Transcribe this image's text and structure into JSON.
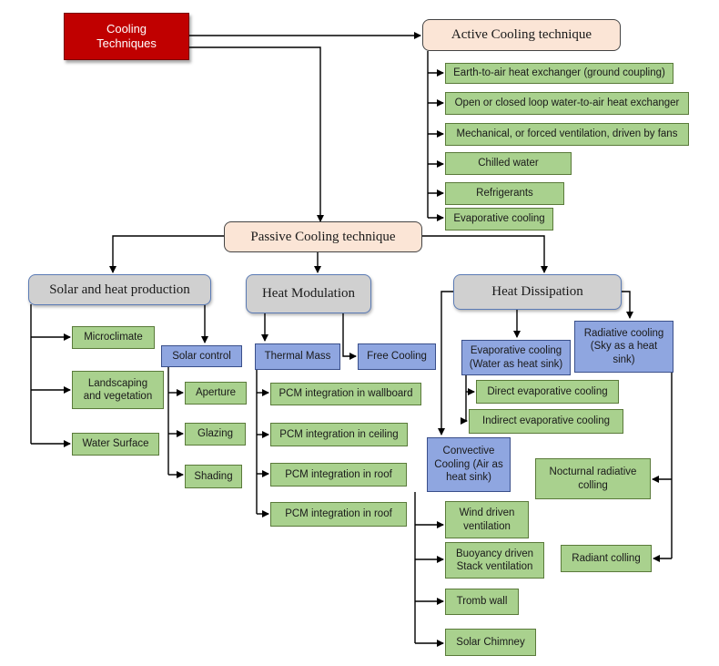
{
  "root": "Cooling Techniques",
  "active": {
    "title": "Active Cooling technique",
    "items": [
      "Earth-to-air heat exchanger (ground coupling)",
      "Open or closed loop water-to-air heat exchanger",
      "Mechanical, or forced ventilation, driven by fans",
      "Chilled water",
      "Refrigerants",
      "Evaporative cooling"
    ]
  },
  "passive": {
    "title": "Passive Cooling technique",
    "solar": {
      "title": "Solar and heat production",
      "items": [
        "Microclimate",
        "Landscaping and vegetation",
        "Water Surface"
      ],
      "control": {
        "title": "Solar control",
        "items": [
          "Aperture",
          "Glazing",
          "Shading"
        ]
      }
    },
    "modulation": {
      "title": "Heat Modulation",
      "thermal_mass": {
        "title": "Thermal Mass",
        "items": [
          "PCM integration in wallboard",
          "PCM integration in ceiling",
          "PCM integration in roof",
          "PCM integration in roof"
        ]
      },
      "free_cooling": "Free Cooling"
    },
    "dissipation": {
      "title": "Heat Dissipation",
      "evaporative": {
        "title": "Evaporative cooling (Water as heat sink)",
        "items": [
          "Direct evaporative cooling",
          "Indirect evaporative cooling"
        ]
      },
      "radiative": {
        "title": "Radiative cooling (Sky as a heat sink)",
        "items": [
          "Nocturnal radiative colling",
          "Radiant colling"
        ]
      },
      "convective": {
        "title": "Convective Cooling (Air as heat sink)",
        "items": [
          "Wind driven ventilation",
          "Buoyancy driven Stack ventilation",
          "Tromb wall",
          "Solar Chimney"
        ]
      }
    }
  }
}
